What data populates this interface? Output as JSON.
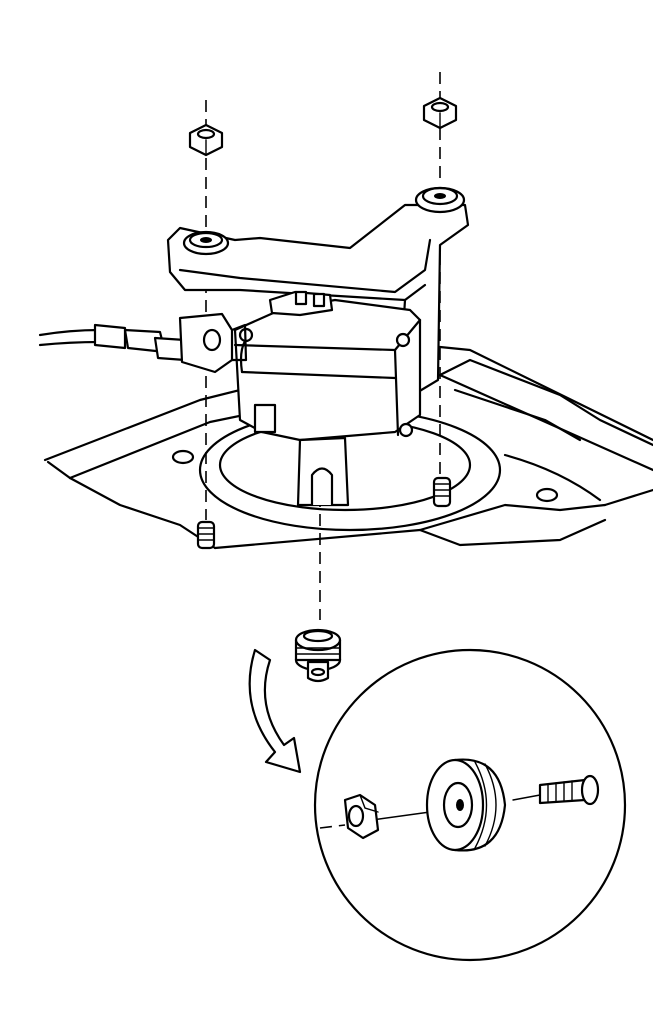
{
  "colors": {
    "ink": "#000000",
    "paper": "#ffffff"
  },
  "parts": [
    {
      "name": "mounting-nut",
      "count": 2
    },
    {
      "name": "mounting-stud",
      "count": 2
    },
    {
      "name": "module-bracket",
      "count": 1
    },
    {
      "name": "electronic-module",
      "count": 1
    },
    {
      "name": "wiring-harness-connector",
      "count": 1
    },
    {
      "name": "isolator-grommet",
      "count": 1
    },
    {
      "name": "detail-view-nut",
      "count": 1
    },
    {
      "name": "detail-view-isolator",
      "count": 1
    },
    {
      "name": "detail-view-bolt",
      "count": 1
    }
  ]
}
